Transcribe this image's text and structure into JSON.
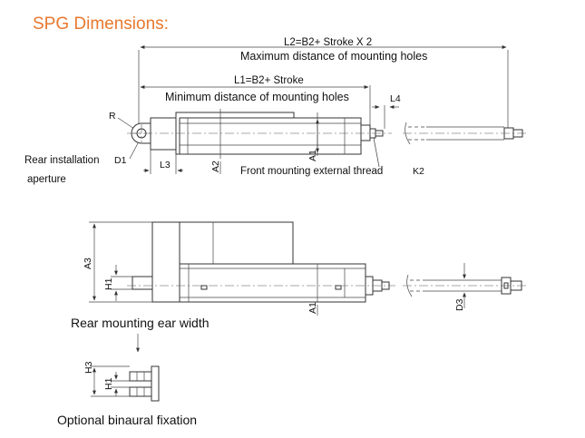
{
  "title": "SPG Dimensions:",
  "top_view": {
    "l2_label": "L2=B2+ Stroke X 2",
    "l2_desc": "Maximum distance of mounting holes",
    "l1_label": "L1=B2+ Stroke",
    "l1_desc": "Minimum distance of mounting holes",
    "l4": "L4",
    "r": "R",
    "d1": "D1",
    "rear_aperture_line1": "Rear installation",
    "rear_aperture_line2": "aperture",
    "l3": "L3",
    "a2": "A2",
    "a1": "A1",
    "front_thread": "Front mounting external thread",
    "k2": "K2"
  },
  "side_view": {
    "a3": "A3",
    "h1": "H1",
    "a1": "A1",
    "d3": "D3",
    "rear_ear_width": "Rear mounting ear width"
  },
  "detail_view": {
    "h3": "H3",
    "h1": "H1",
    "optional_fixation": "Optional binaural fixation"
  },
  "colors": {
    "title": "#e8782e",
    "line": "#333333"
  }
}
